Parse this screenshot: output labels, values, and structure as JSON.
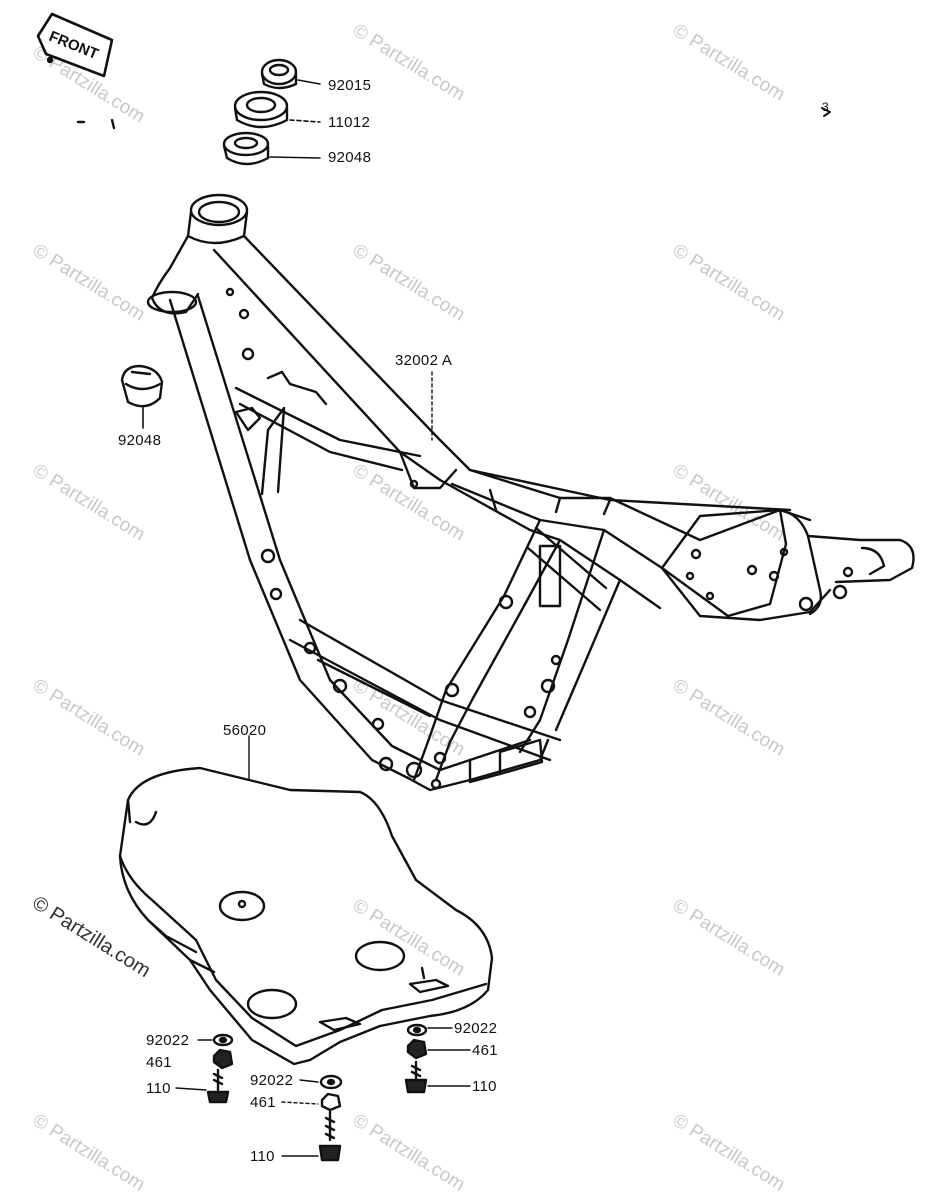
{
  "watermark": "© Partzilla.com",
  "front_label": "FRONT",
  "corner_mark": "3",
  "parts": {
    "seal_top": "92015",
    "bearing": "11012",
    "seal_lower": "92048",
    "cap": "92048",
    "frame": "32002 A",
    "guard": "56020",
    "washer_left": "92022",
    "nut_left": "461",
    "bolt_left": "110",
    "washer_mid": "92022",
    "nut_mid": "461",
    "bolt_mid": "110",
    "washer_right": "92022",
    "nut_right": "461",
    "bolt_right": "110"
  },
  "colors": {
    "ink": "#111111",
    "watermark": "#c9c9c9",
    "paper": "#ffffff"
  }
}
